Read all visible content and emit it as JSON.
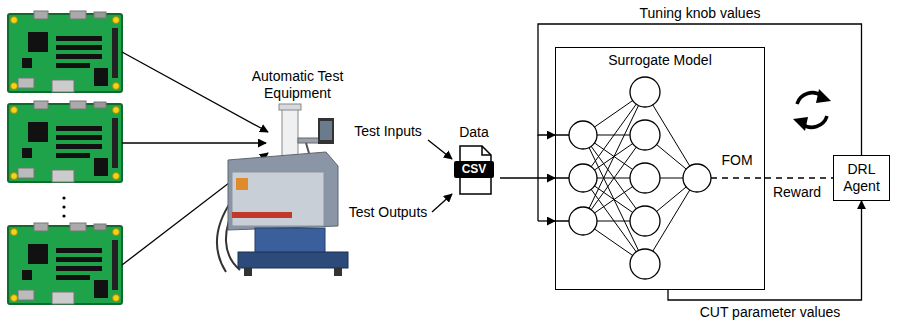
{
  "diagram": {
    "nodes": [
      {
        "text": [
          "Automatic Test Equipment"
        ]
      },
      {
        "text": [
          "Data",
          "CSV"
        ]
      },
      {
        "text": [
          "Surrogate Model"
        ]
      },
      {
        "text": [
          "DRL Agent"
        ]
      }
    ],
    "edges": [
      {
        "from": 1,
        "to": 2,
        "arrow": "to"
      },
      {
        "from": 3,
        "to": 2,
        "arrow": "to",
        "label": "Tuning knob values"
      },
      {
        "from": 2,
        "to": 3,
        "arrow": "none",
        "label": "Reward"
      },
      {
        "from": 2,
        "to": 3,
        "arrow": "to",
        "label": "CUT parameter values"
      }
    ],
    "labels": [
      "Test Inputs",
      "Test Outputs",
      "FOM"
    ]
  }
}
